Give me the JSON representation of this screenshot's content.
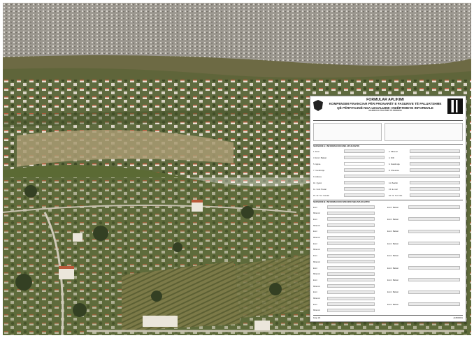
{
  "form": {
    "title": "FORMULAR APLIKIMI",
    "subtitle_line1": "KOMPENSIM FINANCIAR PËR PRONARËT E FASURIVE TË PALUATSHME",
    "subtitle_line2": "QË PËRFITOJNË NGA LEGALIZIMI I NDËRTIMEVE INFORMALE",
    "agency": "AGJENCIA E TRAJTIMIT TË PRONAVE",
    "section1": "SEKSIONI A: INFORMACION MBI APLIKANTIN",
    "section2": "SEKSIONI B: INFORMACION SPECIFIK MBI APLIKANTIN",
    "fields_left": [
      "1. Emri",
      "3. Emri i Babait",
      "5. Gjinia",
      "7. Vendlindja",
      "9. Adresa",
      "10. Qyteti",
      "12. Kodi Postar",
      "15. Nr. Tel. Celular"
    ],
    "fields_right": [
      "2. Mbiemri",
      "4. NID",
      "6. Datëlindja",
      "8. Shtetësia",
      "11. Bashki",
      "13. E-mail",
      "16. Nr. Tel. Fiks"
    ],
    "repeat_labels": [
      "Emri",
      "Mbiemri",
      "Emri i Babait"
    ],
    "footer_left": "Faqe 1/3",
    "footer_right": "ALB000001"
  }
}
